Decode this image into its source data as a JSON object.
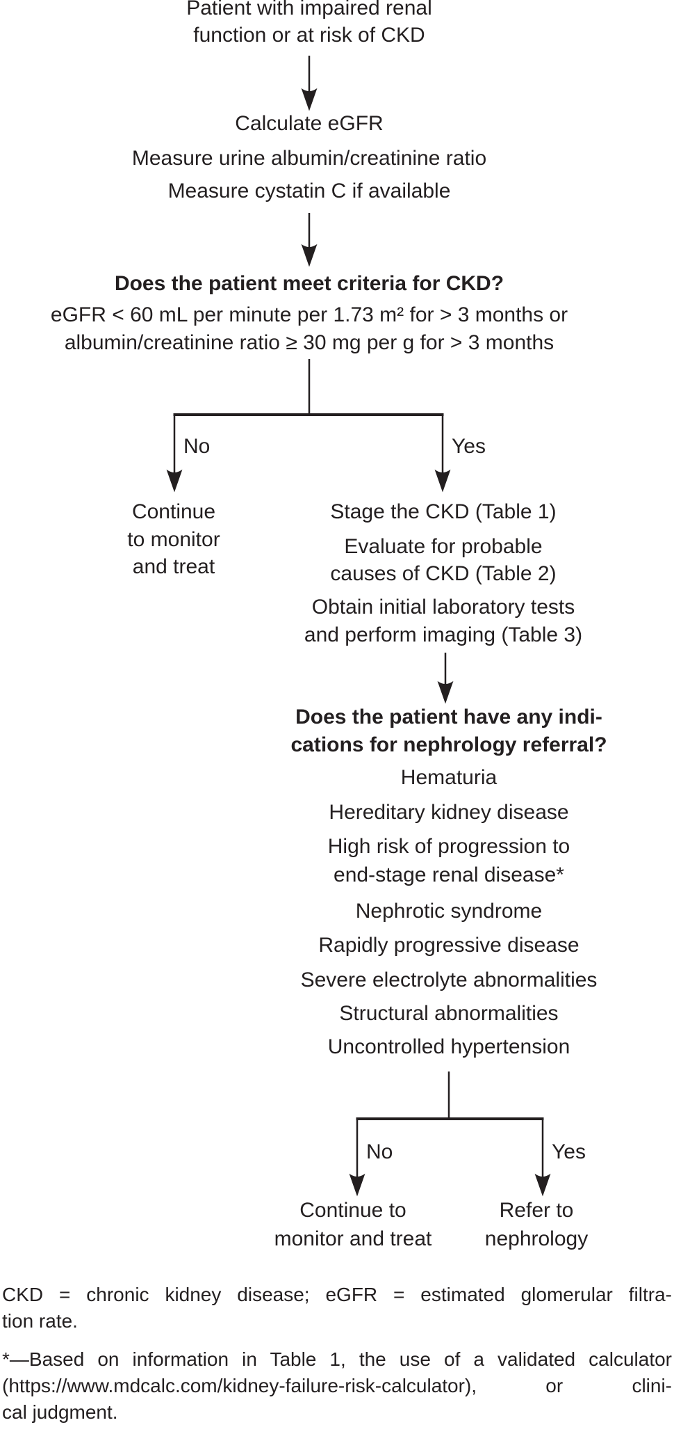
{
  "palette": {
    "ink": "#231f20",
    "background": "#ffffff"
  },
  "flow": {
    "start": {
      "lines": [
        "Patient with impaired renal",
        "function or at risk of CKD"
      ]
    },
    "initial_tests": {
      "lines": [
        "Calculate eGFR",
        "Measure urine albumin/creatinine ratio",
        "Measure cystatin C if available"
      ]
    },
    "question_ckd": {
      "heading": "Does the patient meet criteria for CKD?",
      "criteria": [
        "eGFR < 60 mL per minute per 1.73 m² for > 3 months or",
        "albumin/creatinine ratio ≥ 30 mg per g for > 3 months"
      ]
    },
    "branch_ckd": {
      "no_label": "No",
      "yes_label": "Yes",
      "no_outcome": {
        "lines": [
          "Continue",
          "to monitor",
          "and treat"
        ]
      },
      "yes_outcome": {
        "lines": [
          "Stage the CKD (Table 1)",
          "Evaluate for probable",
          "causes of CKD (Table 2)",
          "Obtain initial laboratory tests",
          "and perform imaging (Table 3)"
        ]
      }
    },
    "question_referral": {
      "heading_lines": [
        "Does the patient have any indi-",
        "cations for nephrology referral?"
      ],
      "indications": [
        "Hematuria",
        "Hereditary kidney disease",
        "High risk of progression to",
        "end-stage renal disease*",
        "Nephrotic syndrome",
        "Rapidly progressive disease",
        "Severe electrolyte abnormalities",
        "Structural abnormalities",
        "Uncontrolled hypertension"
      ]
    },
    "branch_referral": {
      "no_label": "No",
      "yes_label": "Yes",
      "no_outcome": {
        "lines": [
          "Continue to",
          "monitor and treat"
        ]
      },
      "yes_outcome": {
        "lines": [
          "Refer to",
          "nephrology"
        ]
      }
    }
  },
  "footnotes": {
    "abbreviations_lines": [
      "CKD = chronic kidney disease; eGFR = estimated glomerular filtra-",
      "tion rate."
    ],
    "asterisk_lines": [
      "*—Based on information in Table 1, the use of a validated calculator",
      "(https://www.mdcalc.com/kidney-failure-risk-calculator), or clini-",
      "cal judgment."
    ]
  }
}
